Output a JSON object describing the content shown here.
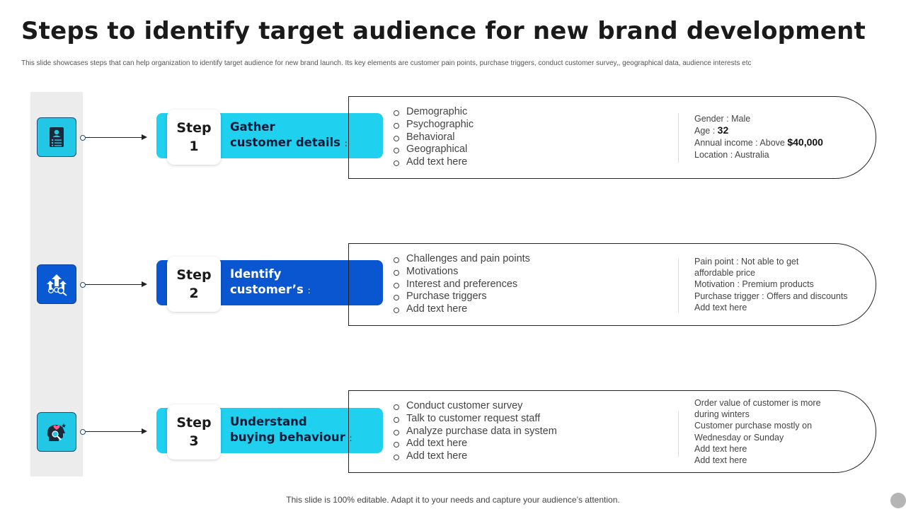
{
  "title": "Steps to identify target audience for new brand development",
  "subtitle": "This slide showcases steps that can help organization to identify target audience for new brand launch. Its key elements are customer pain points, purchase triggers, conduct customer survey,, geographical data, audience interests etc",
  "colors": {
    "cyan": "#1fd0ef",
    "blue": "#0a55d0",
    "rail": "#ececec"
  },
  "steps": [
    {
      "step_word": "Step",
      "step_number": "1",
      "heading_line1": "Gather",
      "heading_line2": "customer details",
      "colon": ":",
      "icon": "profile-list-icon",
      "list": [
        "Demographic",
        "Psychographic",
        "Behavioral",
        "Geographical",
        "Add text here"
      ],
      "details": {
        "gender_label": "Gender  : Male",
        "age_label": "Age  : ",
        "age_value": "32",
        "income_label": "Annual  income  : Above  ",
        "income_value": "$40,000",
        "location_label": "Location  : Australia"
      }
    },
    {
      "step_word": "Step",
      "step_number": "2",
      "heading_line1": "Identify",
      "heading_line2": "customer’s",
      "colon": ":",
      "icon": "growth-search-icon",
      "list": [
        "Challenges and pain points",
        "Motivations",
        "Interest and preferences",
        "Purchase triggers",
        "Add text here"
      ],
      "details": [
        "Pain point : Not able to get",
        "affordable  price",
        "Motivation  : Premium products",
        "Purchase trigger : Offers and discounts",
        "Add text here"
      ]
    },
    {
      "step_word": "Step",
      "step_number": "3",
      "heading_line1": "Understand",
      "heading_line2": "buying behaviour",
      "colon": ":",
      "icon": "head-heart-search-icon",
      "list": [
        "Conduct customer survey",
        "Talk to customer request staff",
        "Analyze purchase data in system",
        "Add text here",
        "Add text here"
      ],
      "details": [
        "Order value  of customer is more",
        "during winters",
        "Customer purchase mostly on",
        "Wednesday or Sunday",
        "Add text here",
        "Add text here"
      ]
    }
  ],
  "footer": "This slide is 100% editable. Adapt it to your needs and capture your audience’s attention."
}
